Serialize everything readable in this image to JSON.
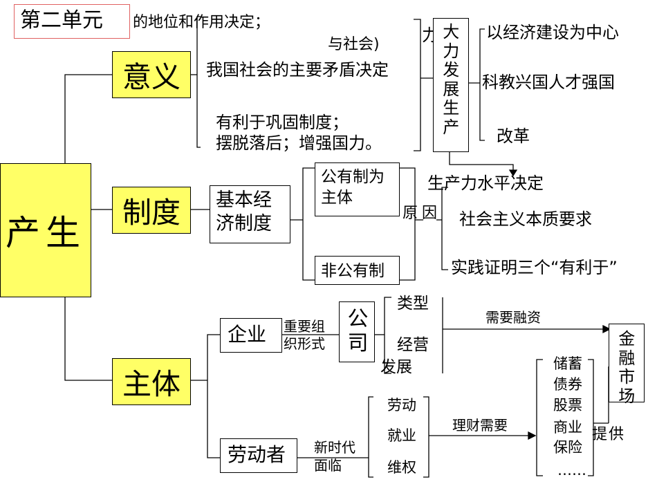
{
  "title": "第二单元",
  "root": "产生",
  "branches": {
    "meaning": "意义",
    "system": "制度",
    "subject": "主体"
  },
  "meaning": {
    "line1": "的地位和作用决定；",
    "line2": "与社会)",
    "line3": "我国社会的主要矛盾决定",
    "line4": "有利于巩固制度；",
    "line5": "摆脱落后；增强国力。",
    "left_char": "力",
    "develop": "大力发展生产",
    "items": [
      "以经济建设为中心",
      "科教兴国人才强国",
      "改革"
    ]
  },
  "system": {
    "basic": "基本经济制度",
    "public": "公有制为主体",
    "nonpublic": "非公有制",
    "reason": "原因",
    "factor": "生产力水平决定",
    "r2": "社会主义本质要求",
    "r3": "实践证明三个“有利于”"
  },
  "subject": {
    "enterprise": "企业",
    "org": "重要组织形式",
    "company": "公司",
    "type": "类型",
    "operate": "经营",
    "develop": "发展",
    "financing": "需要融资",
    "finance_market": "金融市场",
    "provide": "提供",
    "worker": "劳动者",
    "newera": "新时代面临",
    "labor": [
      "劳动",
      "就业",
      "维权"
    ],
    "finance_need": "理财需要",
    "products": [
      "储蓄",
      "债券",
      "股票",
      "商业保险",
      "……"
    ]
  }
}
